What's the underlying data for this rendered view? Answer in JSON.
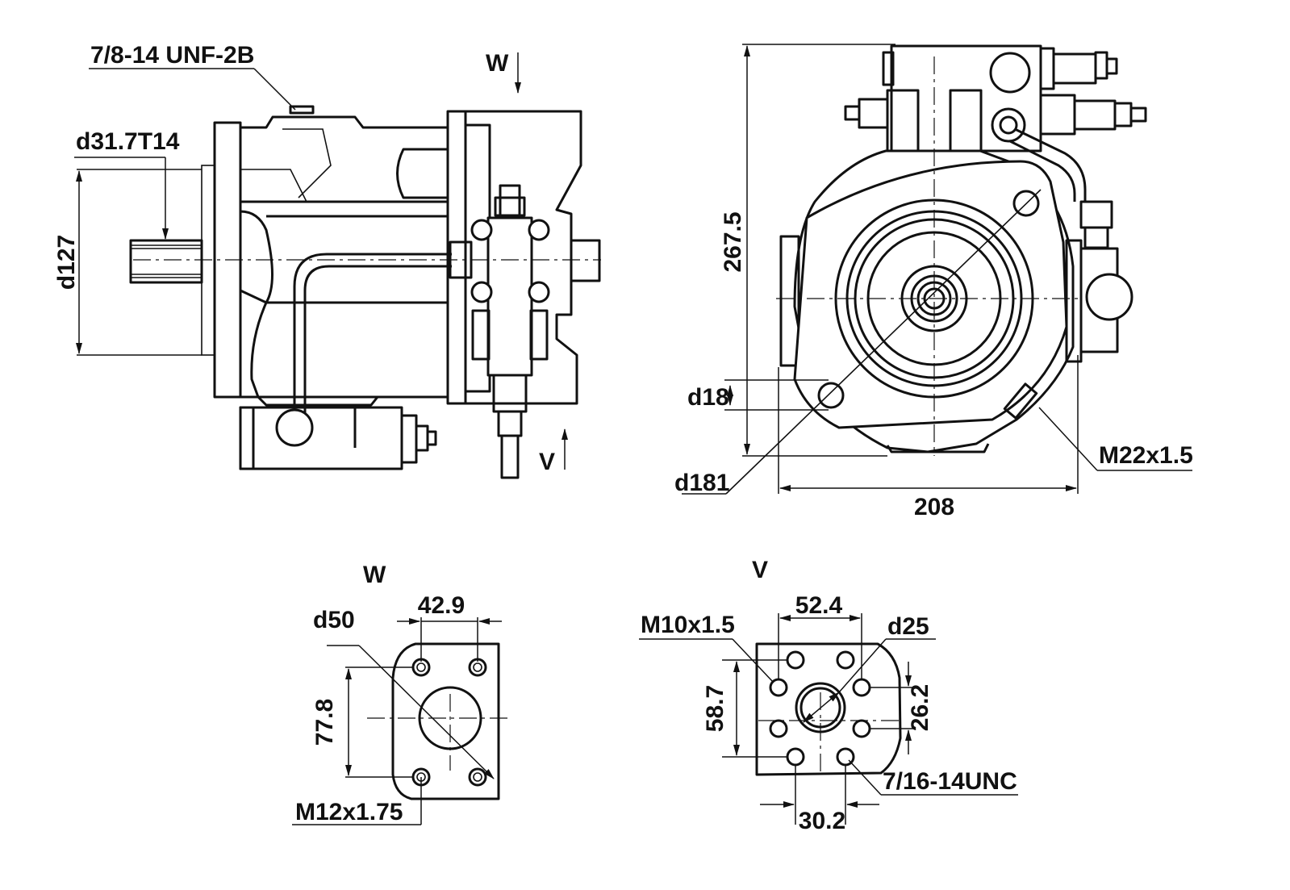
{
  "drawing": {
    "title": "Hydraulic axial piston pump dimension drawing",
    "side_view": {
      "port_thread_label": "7/8-14 UNF-2B",
      "shaft_spline_label": "d31.7T14",
      "pilot_diameter_label": "d127",
      "view_w_marker": "W",
      "view_v_marker": "V"
    },
    "front_view": {
      "height_label": "267.5",
      "width_label": "208",
      "mount_hole_label": "d18",
      "bolt_circle_label": "d181",
      "drain_port_label": "M22x1.5"
    },
    "port_w_detail": {
      "title": "W",
      "hole_spacing_h_label": "42.9",
      "hole_spacing_v_label": "77.8",
      "bore_label": "d50",
      "thread_label": "M12x1.75"
    },
    "port_v_detail": {
      "title": "V",
      "hole_spacing_h_outer_label": "52.4",
      "hole_spacing_h_inner_label": "30.2",
      "hole_spacing_v_outer_label": "58.7",
      "hole_spacing_v_inner_label": "26.2",
      "bore_label": "d25",
      "thread_metric_label": "M10x1.5",
      "thread_unc_label": "7/16-14UNC"
    }
  }
}
